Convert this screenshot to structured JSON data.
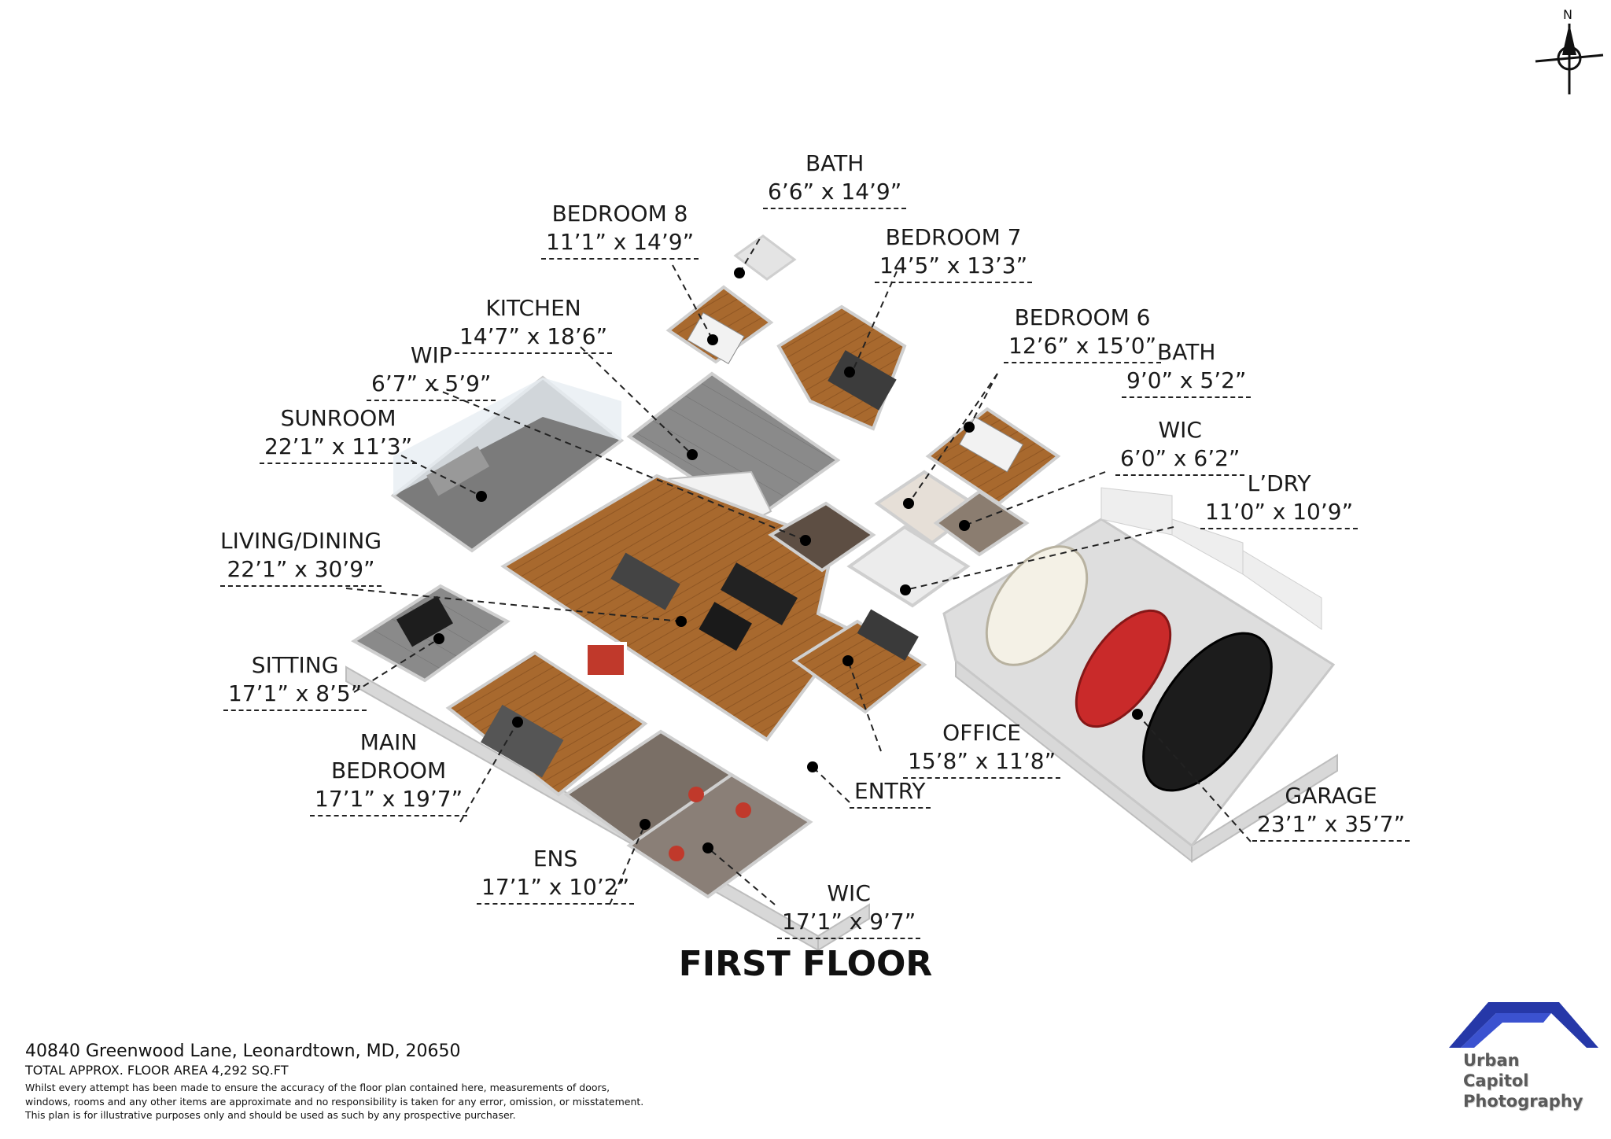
{
  "floor_title": "FIRST FLOOR",
  "compass": {
    "label": "N",
    "icon": "north-arrow-icon"
  },
  "footer": {
    "address": "40840 Greenwood Lane, Leonardtown, MD, 20650",
    "total_area": "TOTAL APPROX. FLOOR AREA 4,292 SQ.FT",
    "disclaimer_1": "Whilst every attempt has been made to ensure the accuracy of the floor plan contained here, measurements of doors,",
    "disclaimer_2": "windows, rooms and any other items are approximate and no responsibility is taken for any error, omission, or misstatement.",
    "disclaimer_3": "This plan is for illustrative purposes only and should be used as such by any prospective purchaser."
  },
  "logo": {
    "line1": "Urban",
    "line2": "Capitol",
    "line3": "Photography",
    "icon": "roof-logo-icon"
  },
  "colors": {
    "wood": "#a8692e",
    "wall": "#e6e6e6",
    "garage_floor": "#dcdcdc",
    "logo_blue": "#2638a8"
  },
  "rooms": [
    {
      "name": "BATH",
      "size": "6’6” x 14’9”"
    },
    {
      "name": "BEDROOM 8",
      "size": "11’1” x 14’9”"
    },
    {
      "name": "BEDROOM 7",
      "size": "14’5” x 13’3”"
    },
    {
      "name": "KITCHEN",
      "size": "14’7” x 18’6”"
    },
    {
      "name": "BEDROOM 6",
      "size": "12’6” x 15’0”"
    },
    {
      "name": "BATH",
      "size": "9’0” x 5’2”"
    },
    {
      "name": "WIP",
      "size": "6’7” x 5’9”"
    },
    {
      "name": "SUNROOM",
      "size": "22’1” x 11’3”"
    },
    {
      "name": "WIC",
      "size": "6’0” x 6’2”"
    },
    {
      "name": "L’DRY",
      "size": "11’0” x 10’9”"
    },
    {
      "name": "LIVING/DINING",
      "size": "22’1” x 30’9”"
    },
    {
      "name": "SITTING",
      "size": "17’1” x 8’5”"
    },
    {
      "name": "MAIN",
      "name2": "BEDROOM",
      "size": "17’1” x 19’7”"
    },
    {
      "name": "OFFICE",
      "size": "15’8” x 11’8”"
    },
    {
      "name": "ENTRY",
      "size": ""
    },
    {
      "name": "GARAGE",
      "size": "23’1” x 35’7”"
    },
    {
      "name": "ENS",
      "size": "17’1” x 10’2”"
    },
    {
      "name": "WIC",
      "size": "17’1” x 9’7”"
    }
  ]
}
